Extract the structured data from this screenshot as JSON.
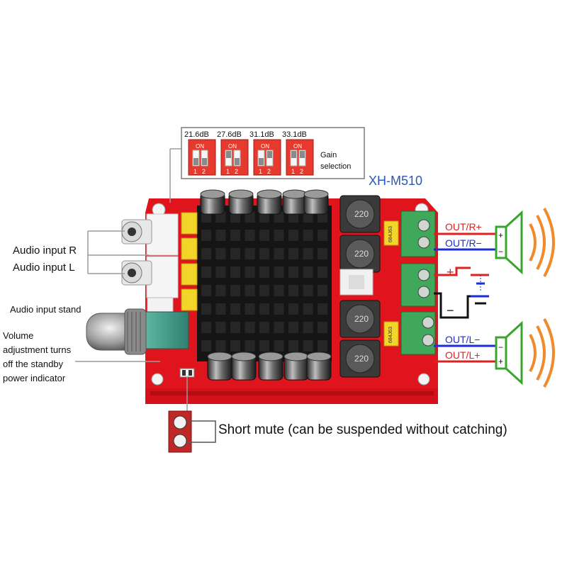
{
  "model_name": "XH-M510",
  "gain": {
    "options": [
      {
        "db": "21.6dB",
        "on": "ON",
        "sw1": "1",
        "sw2": "2"
      },
      {
        "db": "27.6dB",
        "on": "ON",
        "sw1": "1",
        "sw2": "2"
      },
      {
        "db": "31.1dB",
        "on": "ON",
        "sw1": "1",
        "sw2": "2"
      },
      {
        "db": "33.1dB",
        "on": "ON",
        "sw1": "1",
        "sw2": "2"
      }
    ],
    "caption_line1": "Gain",
    "caption_line2": "selection"
  },
  "labels": {
    "audio_input_r": "Audio input R",
    "audio_input_l": "Audio input L",
    "audio_input_stand": "Audio input stand",
    "volume_line1": "Volume",
    "volume_line2": "adjustment turns",
    "volume_line3": "off the standby",
    "volume_line4": "power indicator",
    "short_mute": "Short mute (can be suspended without catching)"
  },
  "outputs": {
    "out_r_plus": "OUT/R+",
    "out_r_minus": "OUT/R−",
    "out_l_minus": "OUT/L−",
    "out_l_plus": "OUT/L+",
    "plus_sign": "+",
    "minus_sign": "−",
    "terminal_plus": "+",
    "terminal_minus": "−"
  },
  "components": {
    "inductor_value": "220",
    "cap_code": "684J63"
  },
  "colors": {
    "pcb_red": "#e0141c",
    "heatsink": "#151515",
    "wire_red": "#e02020",
    "wire_blue": "#1a2fd8",
    "speaker_green": "#3aa52c",
    "sound_wave": "#f08a2a",
    "label_blue": "#2a57b8"
  }
}
